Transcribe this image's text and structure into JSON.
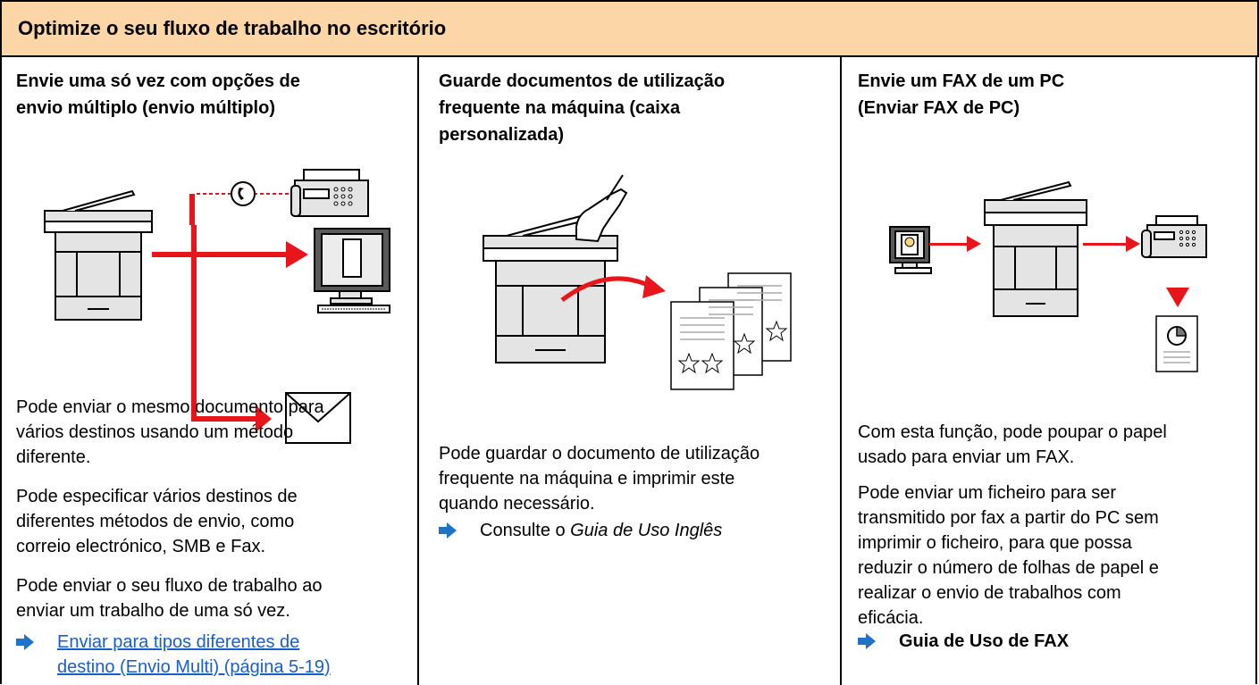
{
  "header": {
    "title": "Optimize o seu fluxo de trabalho no escritório"
  },
  "columns": [
    {
      "title": "Envie uma só vez com opções de envio múltiplo (envio múltiplo)",
      "title_lines": [
        "Envie uma só vez com opções de",
        "envio múltiplo (envio múltiplo)"
      ],
      "paragraphs": [
        [
          "Pode enviar o mesmo documento para",
          "vários destinos usando um método",
          "diferente."
        ],
        [
          "Pode especificar vários destinos de",
          "diferentes métodos de envio, como",
          "correio electrónico, SMB e Fax."
        ],
        [
          "Pode enviar o seu fluxo de trabalho ao",
          "enviar um trabalho de uma só vez."
        ]
      ],
      "reference": {
        "lines": [
          "Enviar para tipos diferentes de",
          "destino (Envio Multi) (página 5-19)"
        ]
      },
      "illustration": [
        "printer-icon",
        "phone-icon",
        "fax-machine-icon",
        "computer-icon",
        "envelope-icon"
      ]
    },
    {
      "title": "Guarde documentos de utilização frequente na máquina (caixa personalizada)",
      "title_lines": [
        "Guarde documentos de utilização",
        "frequente na máquina (caixa",
        "personalizada)"
      ],
      "paragraphs": [
        [
          "Pode guardar o documento de utilização",
          "frequente na máquina e imprimir este",
          "quando necessário."
        ]
      ],
      "reference": {
        "prefix": "Consulte o ",
        "italic": "Guia de Uso Inglês"
      },
      "illustration": [
        "hand-icon",
        "printer-icon",
        "documents-icon"
      ]
    },
    {
      "title": "Envie um FAX de um PC (Enviar FAX de PC)",
      "title_lines": [
        "Envie um FAX de um PC",
        "(Enviar FAX de PC)"
      ],
      "paragraphs": [
        [
          "Com esta função, pode poupar o papel",
          "usado para enviar um FAX."
        ],
        [
          "Pode enviar um ficheiro para ser",
          "transmitido por fax a partir do PC sem",
          "imprimir o ficheiro, para que possa",
          "reduzir o número de folhas de papel e",
          "realizar o envio de trabalhos com",
          "eficácia."
        ]
      ],
      "reference": {
        "text": "Guia de Uso de FAX"
      },
      "illustration": [
        "computer-icon",
        "printer-icon",
        "fax-machine-icon",
        "document-icon"
      ]
    }
  ],
  "colors": {
    "header_bg": "#fcd6a6",
    "accent_red": "#e8161b",
    "arrow_blue": "#1e72c8",
    "link_blue": "#1a5fc8"
  }
}
